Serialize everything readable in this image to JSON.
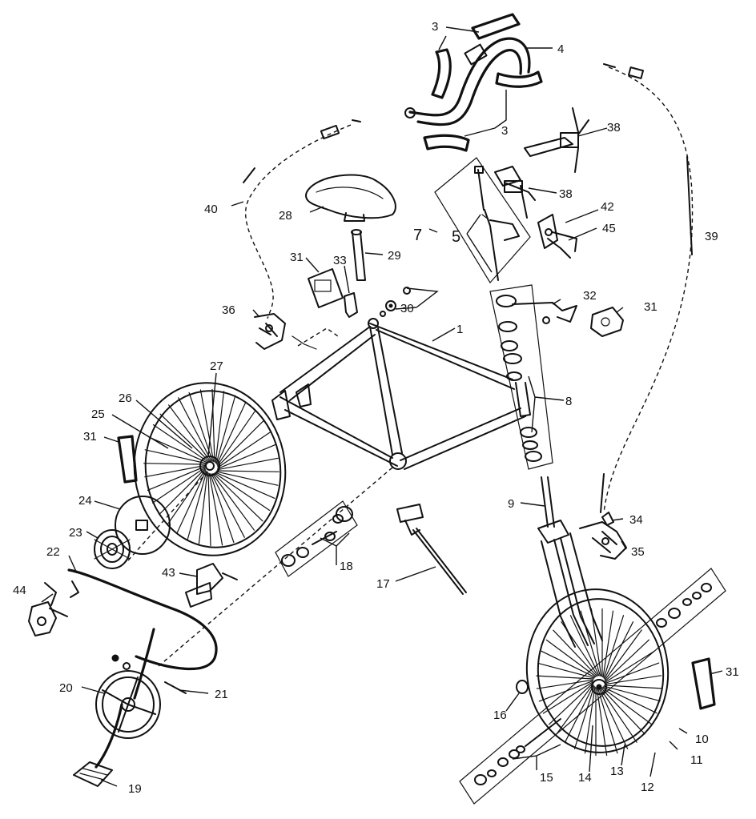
{
  "parts": {
    "p1": "1",
    "p3a": "3",
    "p3b": "3",
    "p4": "4",
    "p5": "5",
    "p7": "7",
    "p8": "8",
    "p9": "9",
    "p10": "10",
    "p11": "11",
    "p12": "12",
    "p13": "13",
    "p14": "14",
    "p15": "15",
    "p16": "16",
    "p17": "17",
    "p18": "18",
    "p19": "19",
    "p20": "20",
    "p21": "21",
    "p22": "22",
    "p23": "23",
    "p24": "24",
    "p25": "25",
    "p26": "26",
    "p27": "27",
    "p28": "28",
    "p29": "29",
    "p30": "30",
    "p31a": "31",
    "p31b": "31",
    "p31c": "31",
    "p31d": "31",
    "p32": "32",
    "p33": "33",
    "p34": "34",
    "p35": "35",
    "p36": "36",
    "p38a": "38",
    "p38b": "38",
    "p39": "39",
    "p40": "40",
    "p42": "42",
    "p43": "43",
    "p44": "44",
    "p45": "45"
  },
  "colors": {
    "ink": "#111111",
    "paper": "#ffffff"
  }
}
